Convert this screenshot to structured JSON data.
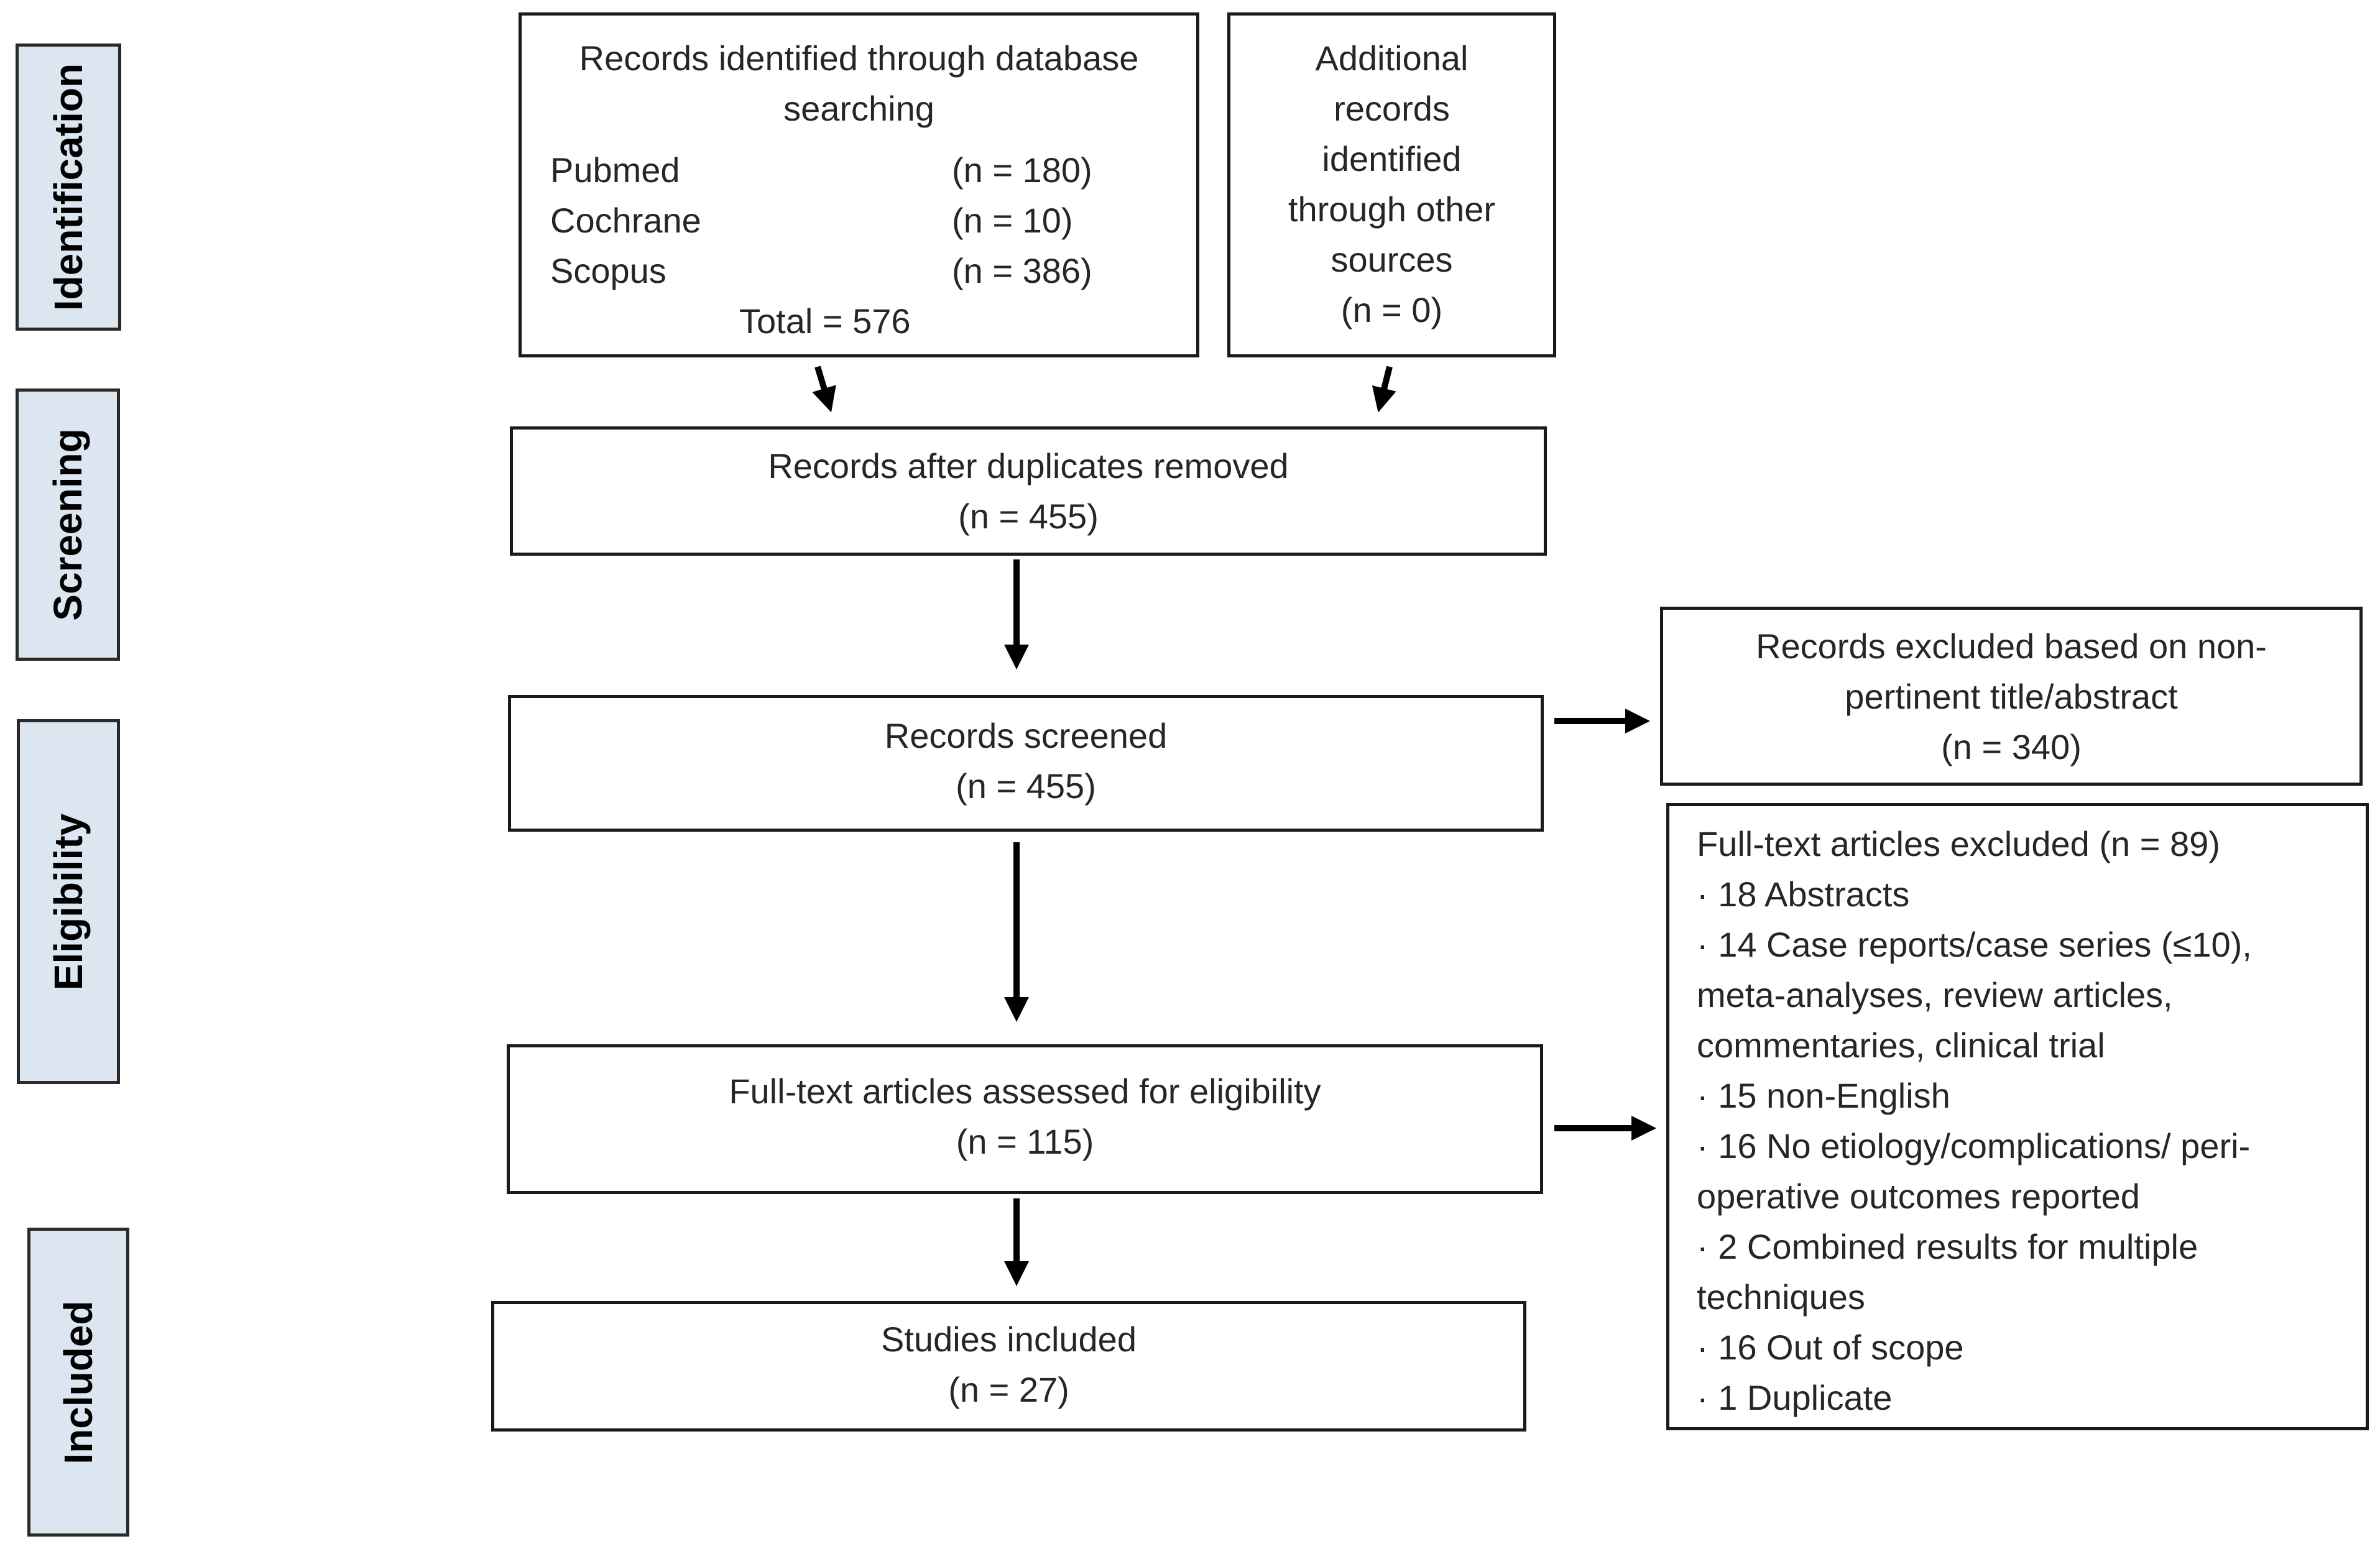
{
  "phases": {
    "identification": "Identification",
    "screening": "Screening",
    "eligibility": "Eligibility",
    "included": "Included"
  },
  "boxes": {
    "database": {
      "title_line1": "Records identified through database",
      "title_line2": "searching",
      "sources": [
        {
          "name": "Pubmed",
          "count": "(n = 180)"
        },
        {
          "name": "Cochrane",
          "count": "(n = 10)"
        },
        {
          "name": "Scopus",
          "count": "(n = 386)"
        }
      ],
      "total": "Total = 576"
    },
    "other_sources": {
      "lines": [
        "Additional",
        "records",
        "identified",
        "through other",
        "sources",
        "(n = 0)"
      ]
    },
    "duplicates_removed": {
      "title": "Records after duplicates removed",
      "count": "(n = 455)"
    },
    "screened": {
      "title": "Records screened",
      "count": "(n = 455)"
    },
    "excluded_title_abstract": {
      "title_line1": "Records excluded based on non-",
      "title_line2": "pertinent title/abstract",
      "count": "(n = 340)"
    },
    "fulltext_assessed": {
      "title": "Full-text articles assessed for eligibility",
      "count": "(n = 115)"
    },
    "fulltext_excluded": {
      "lines": [
        "Full-text articles excluded (n = 89)",
        "· 18 Abstracts",
        "· 14 Case reports/case series (≤10),",
        "meta-analyses, review articles,",
        "commentaries, clinical trial",
        "· 15 non-English",
        "· 16 No etiology/complications/ peri-",
        "operative outcomes reported",
        "· 2 Combined results for multiple",
        "techniques",
        "· 16 Out of scope",
        "· 1 Duplicate"
      ]
    },
    "included": {
      "title": "Studies included",
      "count": "(n = 27)"
    }
  },
  "colors": {
    "phase_fill": "#dce6f1",
    "border": "#1a1a1a",
    "arrow": "#000000"
  }
}
